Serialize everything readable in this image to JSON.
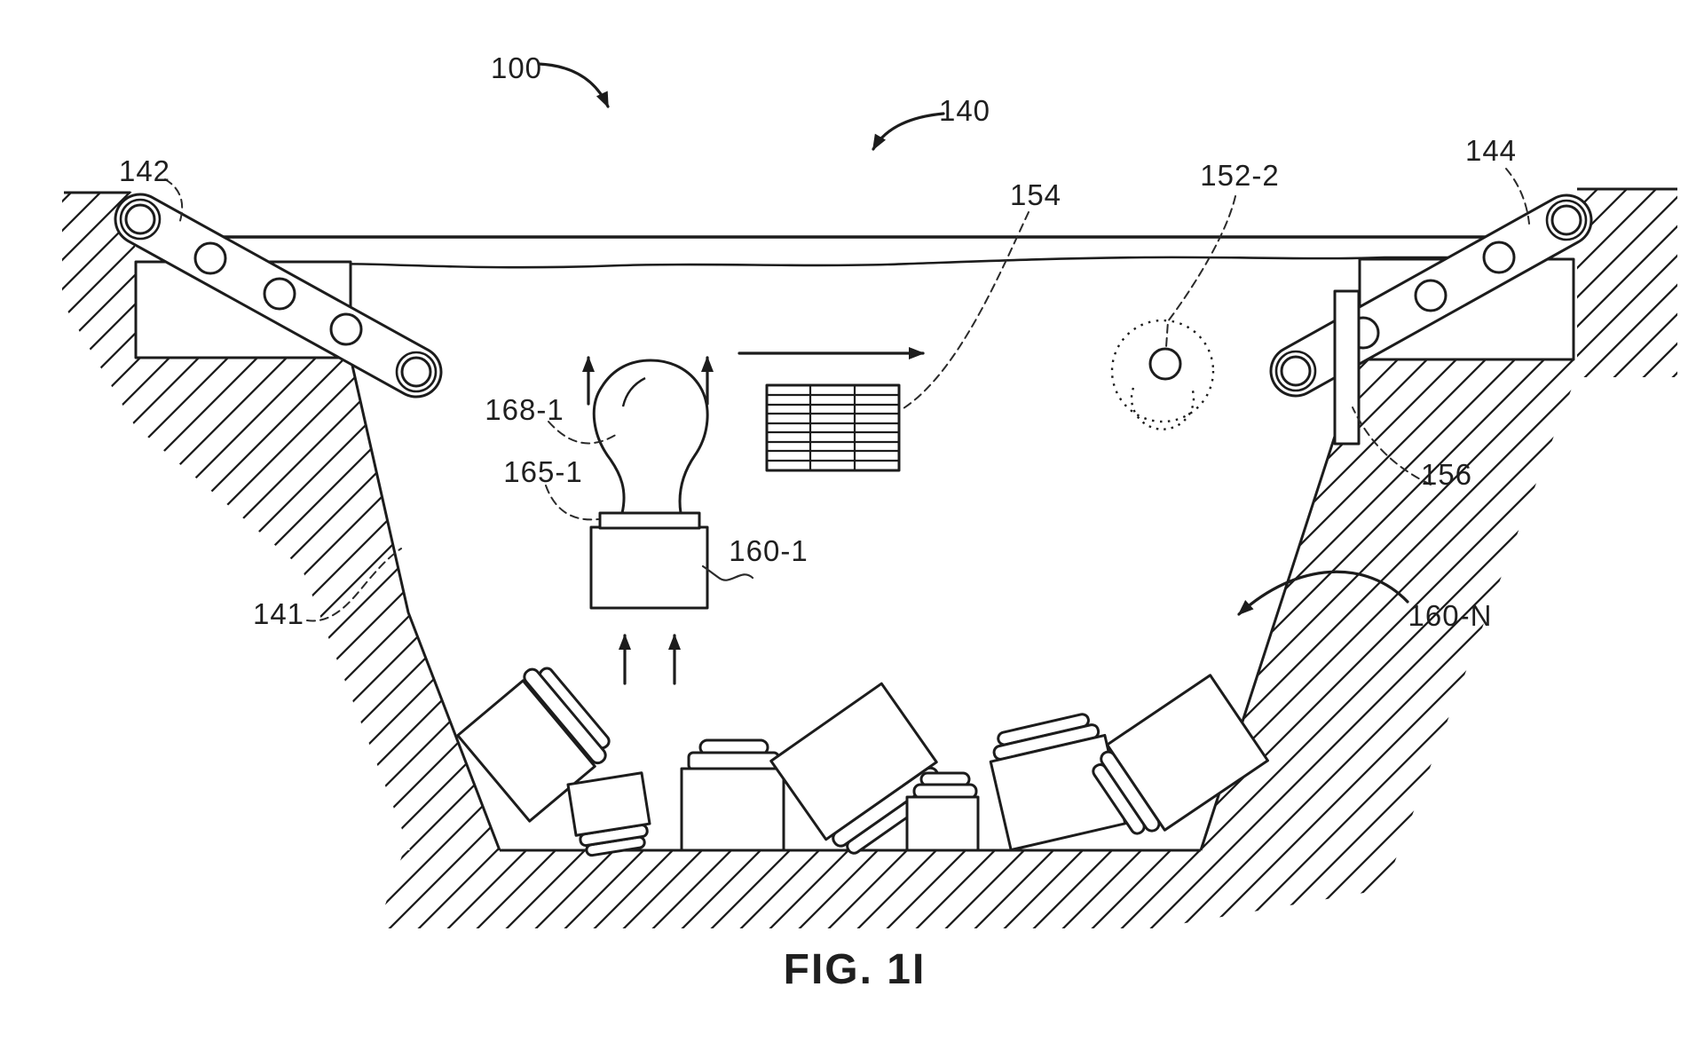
{
  "colors": {
    "ink": "#1c1c1c",
    "background": "#ffffff"
  },
  "figure": {
    "caption": "FIG. 1I"
  },
  "reference_labels": {
    "r100": {
      "text": "100"
    },
    "r140": {
      "text": "140"
    },
    "r141": {
      "text": "141"
    },
    "r142": {
      "text": "142"
    },
    "r144": {
      "text": "144"
    },
    "r152_2": {
      "text": "152-2"
    },
    "r154": {
      "text": "154"
    },
    "r156": {
      "text": "156"
    },
    "r160_1": {
      "text": "160-1"
    },
    "r160_N": {
      "text": "160-N"
    },
    "r165_1": {
      "text": "165-1"
    },
    "r168_1": {
      "text": "168-1"
    }
  }
}
